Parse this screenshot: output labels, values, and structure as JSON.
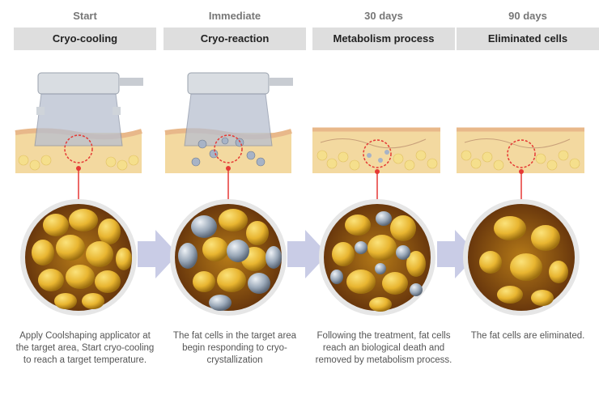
{
  "stages": [
    {
      "time": "Start",
      "title": "Cryo-cooling",
      "description": "Apply Coolshaping applicator at the target area, Start cryo-cooling to reach a target temperature."
    },
    {
      "time": "Immediate",
      "title": "Cryo-reaction",
      "description": "The fat cells in the target area begin responding to cryo-crystallization"
    },
    {
      "time": "30 days",
      "title": "Metabolism process",
      "description": "Following the treatment, fat cells reach an biological death and removed by metabolism process."
    },
    {
      "time": "90 days",
      "title": "Eliminated cells",
      "description": "The fat cells are eliminated."
    }
  ],
  "colors": {
    "header_bg": "#dedede",
    "marker_red": "#e53935",
    "fat_yellow": "#e8b530",
    "crystal_blue": "#9aa8b8",
    "arrow": "#c9cce6"
  }
}
